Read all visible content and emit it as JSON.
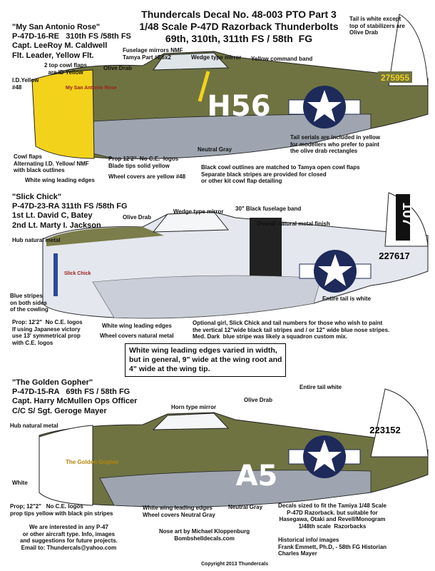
{
  "header": {
    "title_lines": [
      "Thundercals Decal No. 48-003 PTO Part 3",
      "1/48 Scale P-47D Razorback Thunderbolts",
      "69th, 310th, 311th FS / 58th  FG"
    ]
  },
  "aircraft": [
    {
      "name": "\"My San Antonio Rose\"",
      "info": [
        "P-47D-16-RE   310th FS /58th FS",
        "Capt. LeeRoy M. Caldwell",
        "Flt. Leader, Yellow Flt."
      ],
      "code": "H56",
      "tail_serial": "275955",
      "nose_art": "My San Antonio Rose",
      "notes": {
        "tail": "Tail is white except\ntop of stabilizers are\nOlive Drab",
        "fuselage_mirrors": "Fuselage mirrors NMF\nTamya Part #E6x2",
        "mirror": "Wedge type mirror",
        "band": "Yellow command band",
        "cowl_flaps_top": "2 top cowl flaps\nare ID Yellow",
        "olive": "Olive Drab",
        "id_yellow": "I.D.Yellow\n#48",
        "tail_serials": "Tail serials are included in yellow\nfor modellers who prefer to paint\nthe olive drab rectangles",
        "neutral_gray": "Neutral Gray",
        "cowl_flaps": "Cowl flaps\nAlternating I.D. Yellow/ NMF\nwith black outlines",
        "wing_edges": "White wing leading edges",
        "prop": "Prop 12'2\"  No C.E.  logos\nBlade tips solid yellow",
        "wheels": "Wheel covers are yellow #48",
        "cowl_outlines": "Black cowl outlines are matched to Tamya open cowl flaps\nSeparate black stripes are provided for closed\nor other kit cowl flap detailing"
      }
    },
    {
      "name": "\"Slick Chick\"",
      "info": [
        "P-47D-23-RA 311th FS /58th FG",
        "1st Lt. David C, Batey",
        "2nd Lt. Marty I. Jackson"
      ],
      "code": "107",
      "tail_serial": "227617",
      "nose_art": "Slick Chick",
      "notes": {
        "olive": "Olive Drab",
        "mirror": "Wedge type mirror",
        "band": "30\" Black fuselage band",
        "finish": "Overall natural metal finish",
        "hub": "Hub natural metal",
        "blue": "Blue stripes\non both sides\nof the cowling",
        "tail": "Entire tail is white",
        "prop": "Prop: 12'2\"  No C.E. logos\nIf using Japanese victory\nuse 13' symmetrical prop\nwith C.E. logos",
        "wing_edges": "White wing leading edges",
        "wheels": "Wheel covers natural metal",
        "optional": "Optional girl, Slick Chick and tail numbers for those who wish to paint\nthe vertical 12\"wide black tail stripes and / or 12\" wide blue nose stripes.\nMed. Dark  blue stripe was likely a squadron custom mix."
      }
    },
    {
      "name": "\"The Golden Gopher\"",
      "info": [
        "P-47D-15-RA   69th FS / 58th FG",
        "Capt. Harry McMullen Ops Officer",
        "C/C S/ Sgt. Geroge Mayer"
      ],
      "code": "A5",
      "tail_serial": "223152",
      "nose_art": "The Golden Gopher",
      "notes": {
        "tail": "Entire tail white",
        "olive": "Olive Drab",
        "mirror": "Horn type mirror",
        "hub": "Hub natural metal",
        "white": "White",
        "prop": "Prop; 12\"2\"   No C.E. logos\nprop tips yellow with black pin stripes",
        "wing_edges": "White wing leading edges\nWheel covers Neutral Gray",
        "neutral_gray": "Neutral Gray"
      }
    }
  ],
  "wing_box": "White wing leading edges varied in width,\nbut in general, 9\" wide at the wing root and\n4\" wide at the wing tip.",
  "footer": {
    "contact": "We are interested in any P-47\nor other aircraft type. Info, images\nand suggestions for future projects.\nEmail to: Thundercals@yahoo.com",
    "nose_art_credit": "Nose art by Michael Kloppenburg\nBombshelldecals.com",
    "decals_sized": "Decals sized to fit the Tamiya 1/48 Scale\nP-47D Razorback. but suitable for\nHasegawa, Otaki and Revell/Monogram\n1/48th scale  Razorbacks",
    "historical": "Historical info/ images\nFrank Emmett, Ph.D, - 58th FG Historian\nCharles Mayer",
    "copyright": "Copyright 2013 Thundercals"
  },
  "colors": {
    "olive": "#6f7342",
    "gray": "#9ea5b0",
    "yellow": "#f2d21b",
    "blue": "#1d2a5a",
    "metal": "#e4e7ee"
  }
}
